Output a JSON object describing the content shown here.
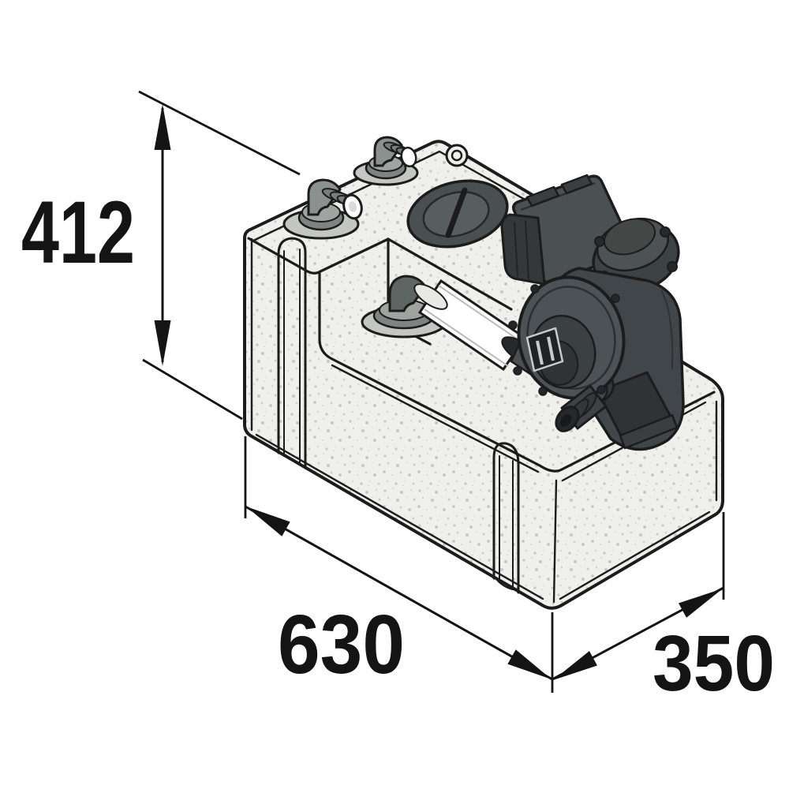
{
  "page": {
    "background": "#ffffff"
  },
  "drawing": {
    "kind": "isometric-technical-line-drawing",
    "subject": "plastic holding tank with diaphragm pump, elbow hose fittings, white suction hose and inspection lid",
    "line_color": "#1c1c1c",
    "tank_fill": "#efefec",
    "speckle_color": "#c9c9c6",
    "pump_color": "#44484b",
    "hose_color": "#ffffff",
    "lid_color": "#4a4f52"
  },
  "dimensions": {
    "height_label": "412",
    "length_label": "630",
    "width_label": "350"
  }
}
